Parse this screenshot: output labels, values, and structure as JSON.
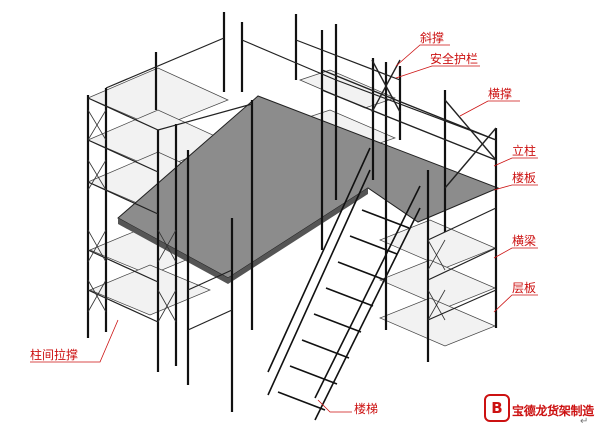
{
  "labels": {
    "diagonal_brace": "斜撑",
    "safety_rail": "安全护栏",
    "cross_brace": "横撑",
    "column": "立柱",
    "floor_deck": "楼板",
    "beam": "横梁",
    "shelf": "层板",
    "column_bracing": "柱间拉撑",
    "staircase": "楼梯"
  },
  "logo": {
    "mark": "B",
    "text": "宝德龙货架制造"
  },
  "return_mark": "↵",
  "colors": {
    "label": "#cc1111",
    "structure": "#111111",
    "deck": "#8c8c8c"
  }
}
